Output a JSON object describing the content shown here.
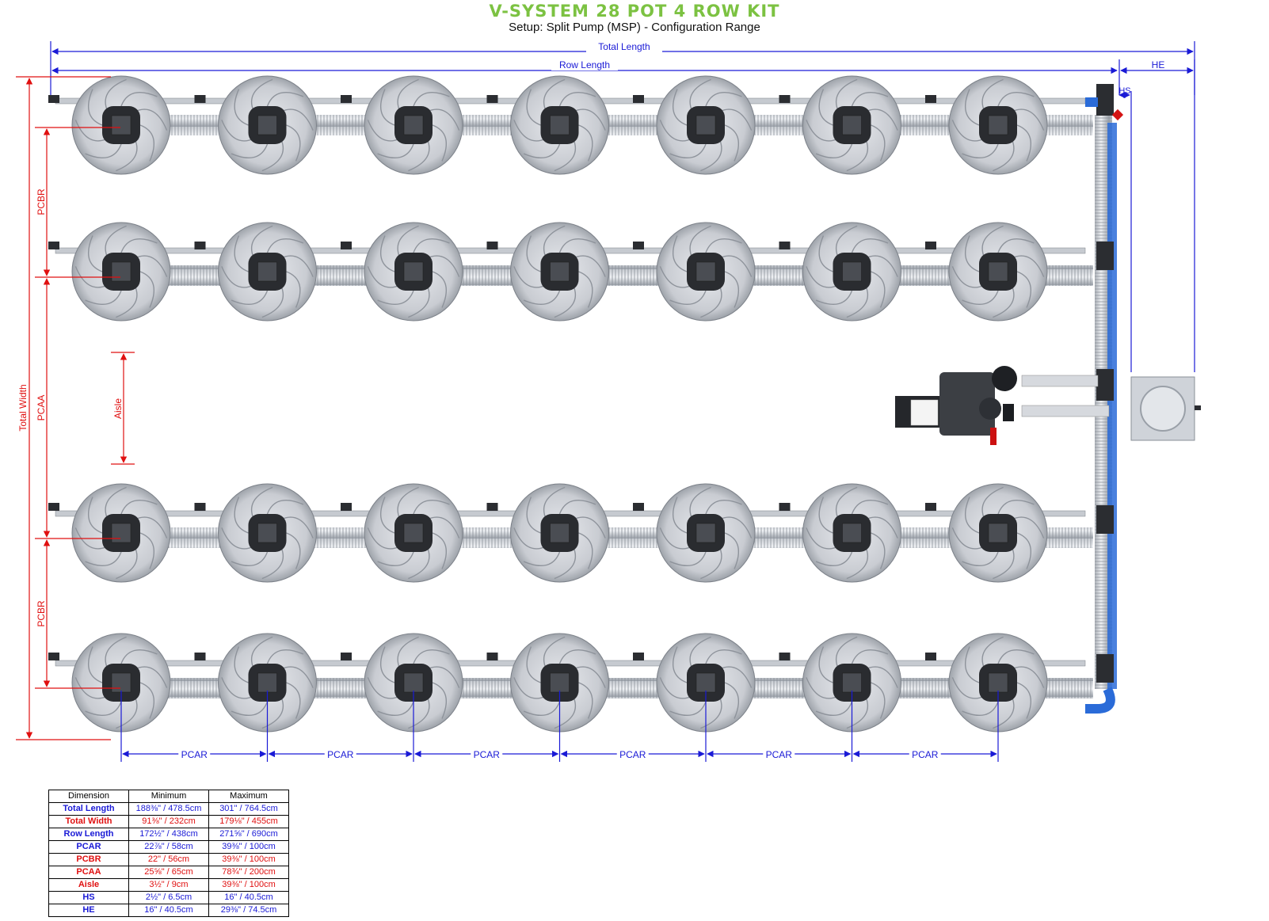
{
  "header": {
    "title": "V-SYSTEM 28 POT 4 ROW KIT",
    "subtitle": "Setup: Split Pump (MSP) - Configuration Range"
  },
  "labels": {
    "total_length": "Total Length",
    "row_length": "Row Length",
    "he": "HE",
    "hs": "HS",
    "total_width": "Total Width",
    "pcbr": "PCBR",
    "pcaa": "PCAA",
    "aisle": "Aisle",
    "pcar": "PCAR"
  },
  "layout": {
    "rows": 4,
    "pots_per_row": 7
  },
  "colors": {
    "title": "#7cc242",
    "blue_dimension": "#1a1ad6",
    "red_dimension": "#e01010",
    "pipe_blue": "#2a6bd8"
  },
  "table": {
    "headers": [
      "Dimension",
      "Minimum",
      "Maximum"
    ],
    "rows": [
      {
        "name": "Total Length",
        "min": "188⅜\" / 478.5cm",
        "max": "301\" / 764.5cm",
        "color": "blue"
      },
      {
        "name": "Total Width",
        "min": "91⅜\" / 232cm",
        "max": "179⅛\" / 455cm",
        "color": "red"
      },
      {
        "name": "Row Length",
        "min": "172½\" / 438cm",
        "max": "271⅝\" / 690cm",
        "color": "blue"
      },
      {
        "name": "PCAR",
        "min": "22⅞\" / 58cm",
        "max": "39⅜\" / 100cm",
        "color": "blue"
      },
      {
        "name": "PCBR",
        "min": "22\" / 56cm",
        "max": "39⅜\" / 100cm",
        "color": "red"
      },
      {
        "name": "PCAA",
        "min": "25⅝\" / 65cm",
        "max": "78¾\" / 200cm",
        "color": "red"
      },
      {
        "name": "Aisle",
        "min": "3½\" / 9cm",
        "max": "39⅜\" / 100cm",
        "color": "red"
      },
      {
        "name": "HS",
        "min": "2½\" / 6.5cm",
        "max": "16\" / 40.5cm",
        "color": "blue"
      },
      {
        "name": "HE",
        "min": "16\" / 40.5cm",
        "max": "29⅜\" / 74.5cm",
        "color": "blue"
      }
    ]
  }
}
